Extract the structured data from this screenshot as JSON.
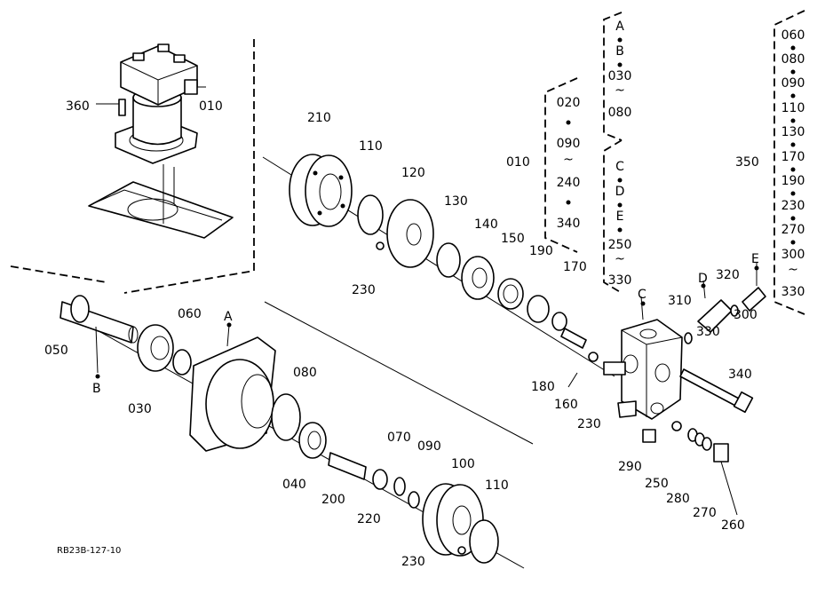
{
  "labels": {
    "p360": "360",
    "p010a": "010",
    "p210": "210",
    "p110a": "110",
    "p120": "120",
    "p130": "130",
    "p140": "140",
    "p150": "150",
    "p190": "190",
    "p170": "170",
    "p230a": "230",
    "p010b": "010",
    "p050": "050",
    "pB": "B",
    "p030": "030",
    "p060": "060",
    "pA": "A",
    "p080": "080",
    "p040": "040",
    "p200": "200",
    "p220": "220",
    "p070": "070",
    "p090": "090",
    "p100": "100",
    "p110b": "110",
    "p230b": "230",
    "pC": "C",
    "p310": "310",
    "pD": "D",
    "p320": "320",
    "pE": "E",
    "p300": "300",
    "p330": "330",
    "p340": "340",
    "p180": "180",
    "p160": "160",
    "p230c": "230",
    "p290": "290",
    "p250": "250",
    "p280": "280",
    "p270": "270",
    "p260": "260",
    "p350": "350"
  },
  "bracket1": [
    "A",
    "B",
    "030",
    "~",
    "080"
  ],
  "bracket2": [
    "020",
    "090",
    "~",
    "240",
    "340"
  ],
  "bracket3": [
    "C",
    "D",
    "E",
    "250",
    "~",
    "330"
  ],
  "bracket4": [
    "060",
    "080",
    "090",
    "110",
    "130",
    "170",
    "190",
    "230",
    "270",
    "300",
    "~",
    "330"
  ],
  "footer_code": "RB23B-127-10"
}
